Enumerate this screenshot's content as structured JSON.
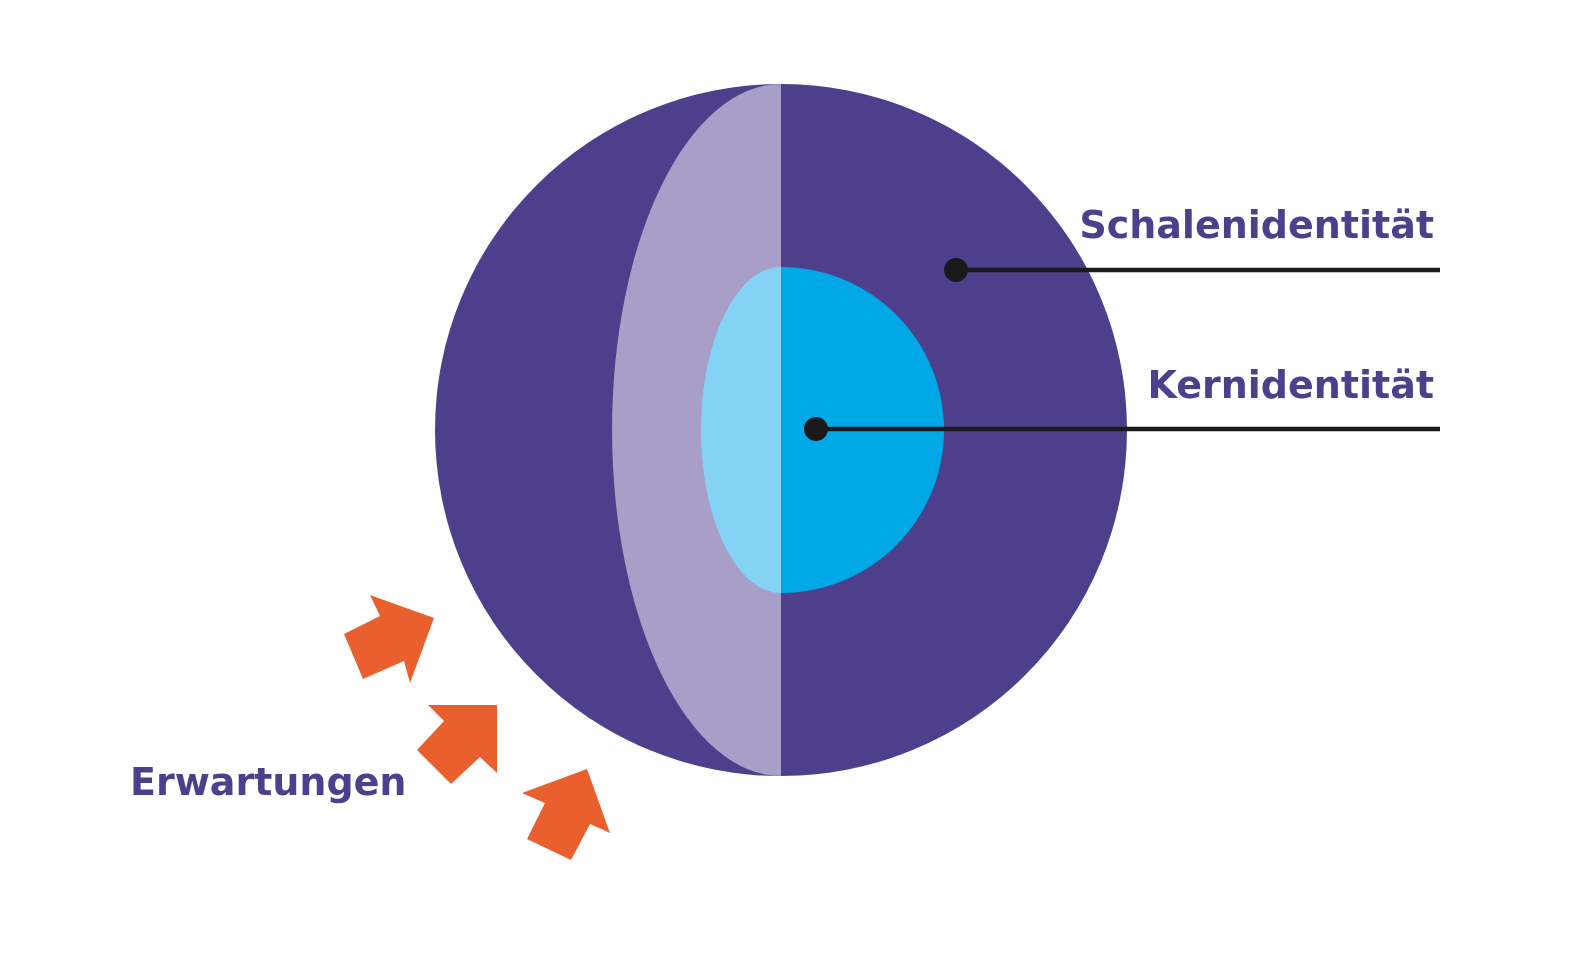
{
  "labels": {
    "shell_identity": "Schalenidentität",
    "core_identity": "Kernidentität",
    "expectations": "Erwartungen"
  },
  "colors": {
    "outer_sphere": "#4e3f8c",
    "outer_section": "#a79fc8",
    "core_light": "#84d3f4",
    "core": "#00a8e6",
    "arrows": "#e95f2e",
    "leader_lines": "#1a1a1a",
    "label_text": "#4e3f8c"
  }
}
